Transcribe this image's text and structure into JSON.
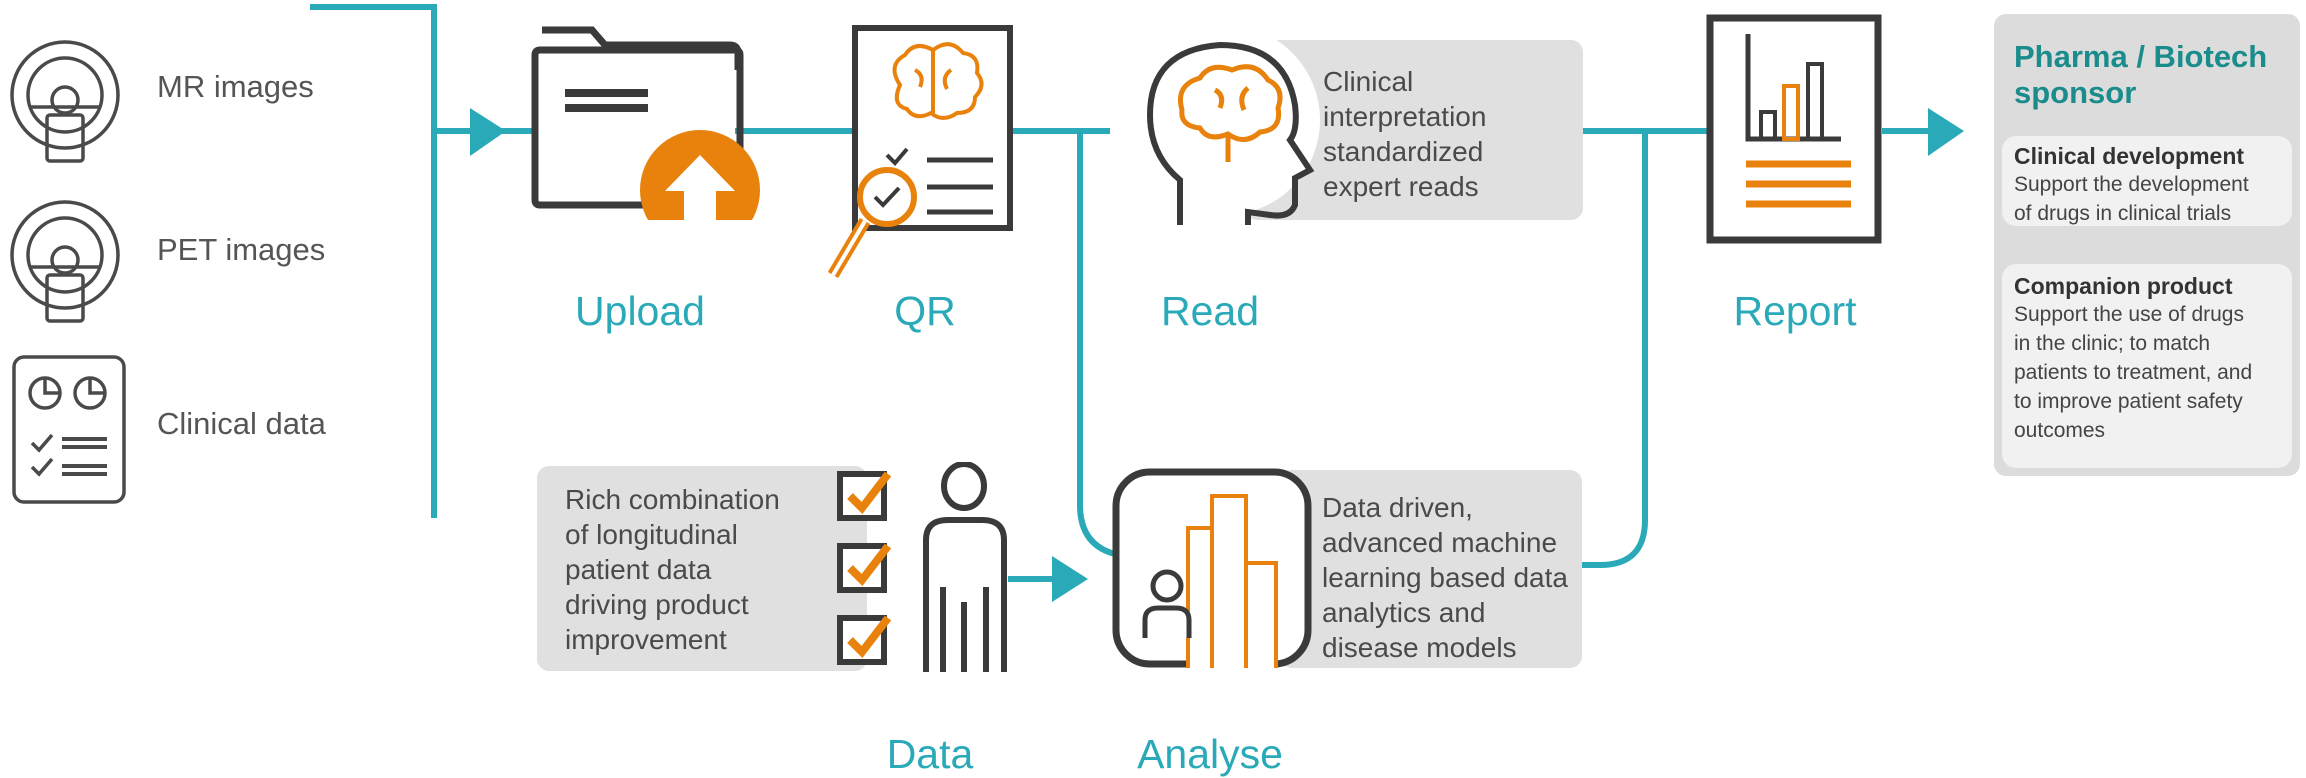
{
  "sources": {
    "mr_label": "MR images",
    "pet_label": "PET images",
    "clinical_label": "Clinical data"
  },
  "steps": {
    "upload": "Upload",
    "qr": "QR",
    "read": "Read",
    "report": "Report",
    "data": "Data",
    "analyse": "Analyse"
  },
  "read_box": {
    "lines": [
      "Clinical",
      "interpretation",
      "standardized",
      "expert reads"
    ]
  },
  "data_box": {
    "lines": [
      "Rich combination",
      "of longitudinal",
      "patient data",
      "driving product",
      "improvement"
    ]
  },
  "analyse_box": {
    "lines": [
      "Data driven,",
      "advanced machine",
      "learning based data",
      "analytics and",
      "disease models"
    ]
  },
  "sponsor": {
    "title_lines": [
      "Pharma / Biotech",
      "sponsor"
    ],
    "cards": [
      {
        "title": "Clinical development",
        "body_lines": [
          "Support the development",
          "of drugs in clinical trials"
        ]
      },
      {
        "title": "Companion product",
        "body_lines": [
          "Support the use of drugs",
          "in the clinic; to match",
          "patients to treatment, and",
          "to improve patient safety",
          "outcomes"
        ]
      }
    ]
  },
  "colors": {
    "teal": "#2aa9b8",
    "orange": "#e8820c",
    "dark": "#3a3a3a",
    "box_gray": "#e0e0e0",
    "sponsor_title": "#1a8c8c"
  },
  "icons": [
    "scanner-icon",
    "checklist-icon",
    "folder-icon",
    "upload-arrow-icon",
    "document-icon",
    "brain-icon",
    "magnifier-icon",
    "head-icon",
    "bar-chart-icon",
    "person-icon",
    "check-icon"
  ]
}
